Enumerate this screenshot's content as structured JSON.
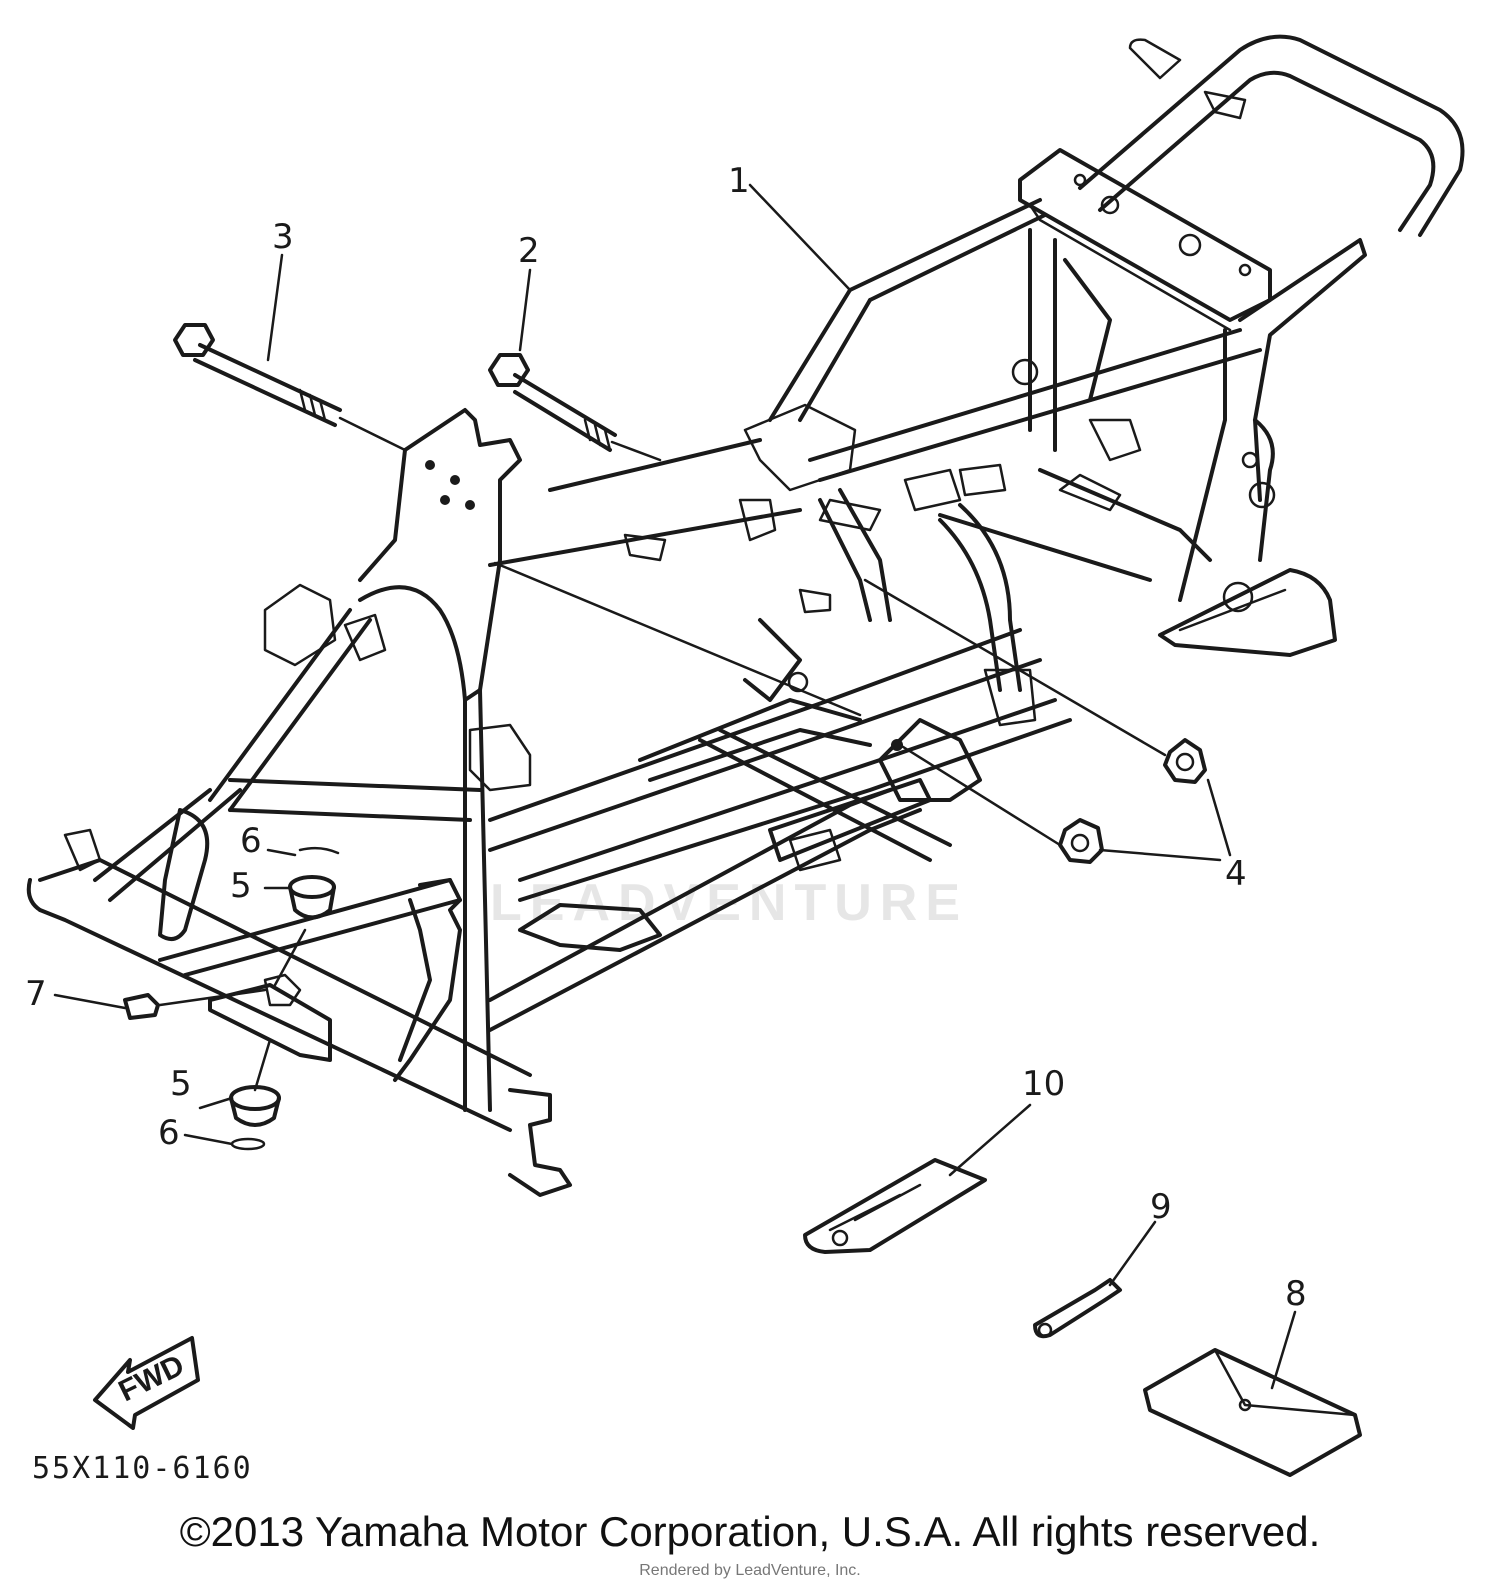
{
  "diagram": {
    "watermark": "LEADVENTURE",
    "fwd_label": "FWD",
    "part_code": "55X110-6160",
    "callouts": [
      "1",
      "2",
      "3",
      "4",
      "5",
      "5",
      "6",
      "6",
      "7",
      "10",
      "9",
      "8",
      "4"
    ]
  },
  "footer": {
    "copyright": "©2013 Yamaha Motor Corporation, U.S.A. All rights reserved.",
    "rendered_by": "Rendered by LeadVenture, Inc."
  }
}
